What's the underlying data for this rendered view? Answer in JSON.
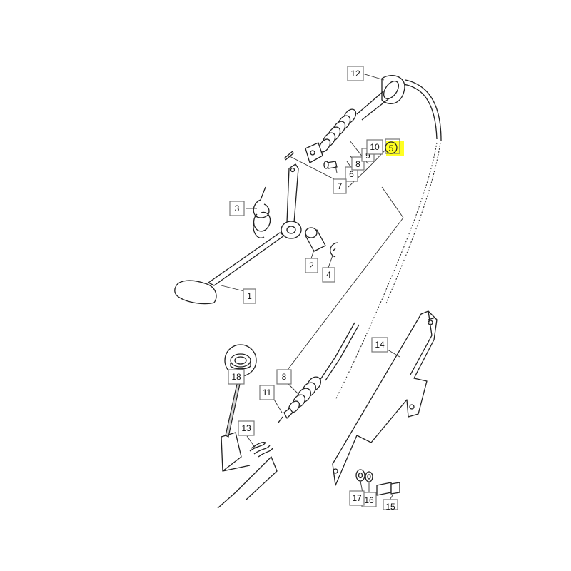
{
  "callouts": {
    "c1": "1",
    "c2": "2",
    "c3": "3",
    "c4": "4",
    "c5": "5",
    "c6": "6",
    "c7": "7",
    "c8a": "8",
    "c8b": "8",
    "c9": "9",
    "c10": "10",
    "c11": "11",
    "c12": "12",
    "c13": "13",
    "c14": "14",
    "c15": "15",
    "c16": "16",
    "c17": "17",
    "c18": "18"
  },
  "colors": {
    "highlight": "#ffff22",
    "line": "#222222"
  }
}
